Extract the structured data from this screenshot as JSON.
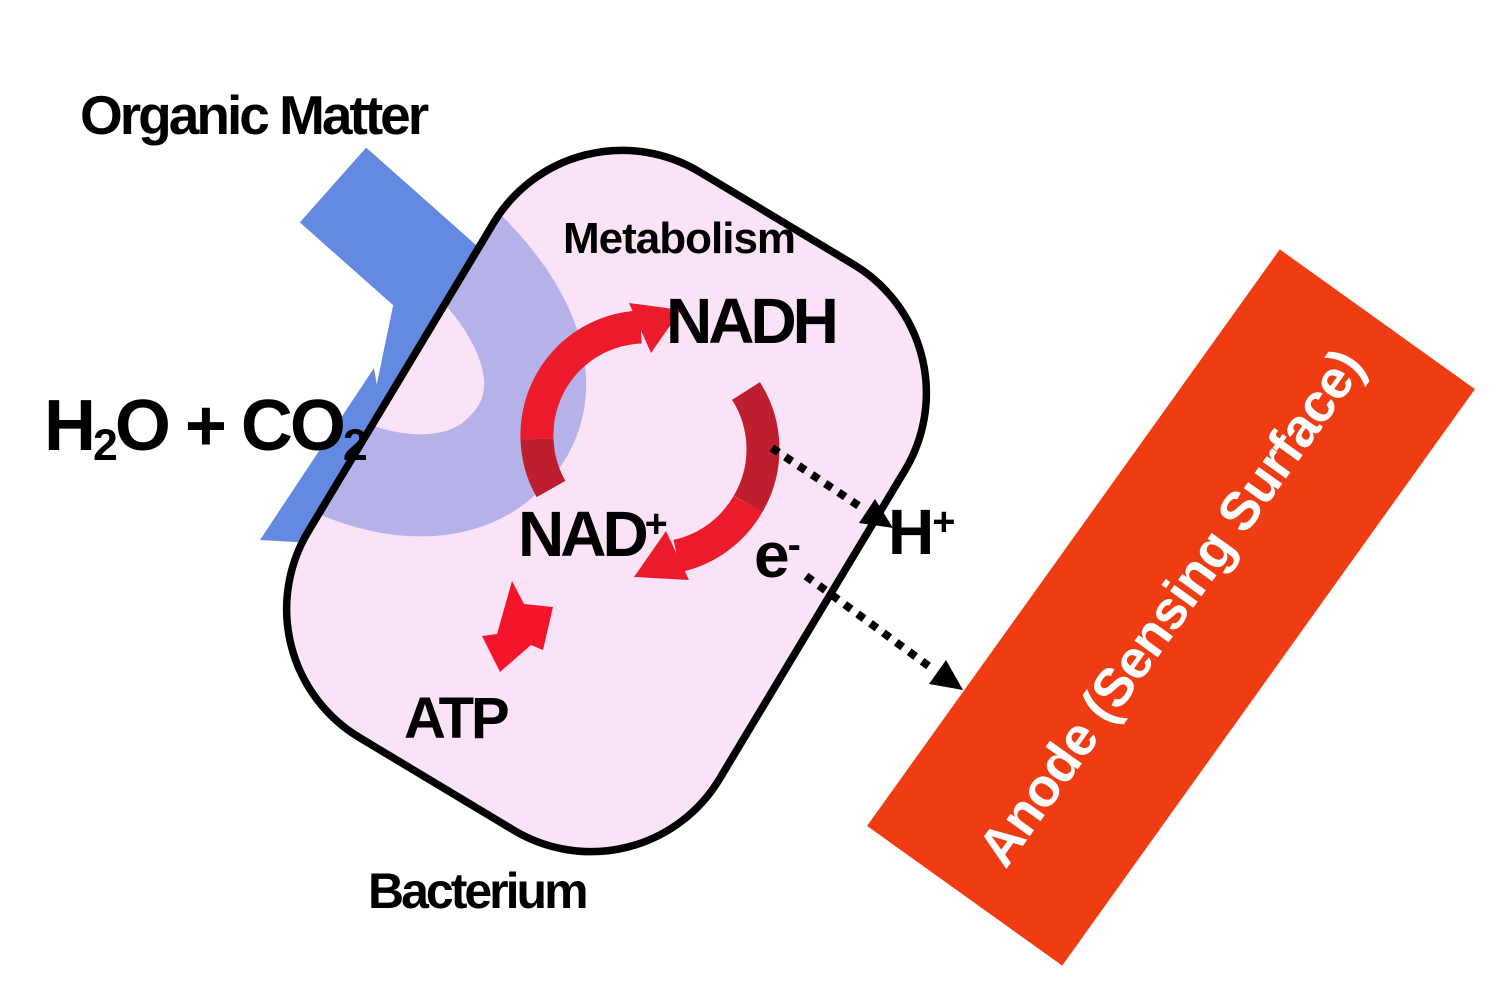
{
  "labels": {
    "organic_matter": "Organic Matter",
    "h2o_part1": "H",
    "h2o_sub1": "2",
    "h2o_part2": "O + CO",
    "h2o_sub2": "2",
    "metabolism": "Metabolism",
    "nadh": "NADH",
    "nad_base": "NAD",
    "nad_sup": "+",
    "electron_base": "e",
    "electron_sup": "-",
    "proton_base": "H",
    "proton_sup": "+",
    "atp": "ATP",
    "bacterium": "Bacterium",
    "anode": "Anode (Sensing Surface)"
  },
  "colors": {
    "background": "#FFFFFF",
    "cell_fill": "#FAE3F6",
    "membrane": "#000000",
    "organic_arrow_blue": "#6389E0",
    "inside_arrow_lavender": "#B5B1E9",
    "cycle_red_bright": "#EC1B2B",
    "cycle_red_dark": "#BE1E2D",
    "atp_arrow_red": "#F4142B",
    "anode_fill": "#EF3C12",
    "anode_text": "#FFFFFF",
    "dotted_arrow": "#000000",
    "label_text": "#000000"
  },
  "icons": {
    "organic-matter-inflow-arrow": "thick bent blue band arrow entering cell",
    "co2-outflow-arrowhead": "blue arrowhead pointing down-left out of cell",
    "cycle-arrow-nad-to-nadh": "curved red arrow, left half of cycle, head at top",
    "cycle-arrow-nadh-to-nad": "curved red arrow, right half of cycle, head at bottom",
    "atp-production-arrow": "short red ribbon arrow pointing down to ATP",
    "proton-flow-dotted-arrow": "black dotted arrow from cycle to H+",
    "electron-flow-dotted-arrow": "black dotted arrow from e- to anode"
  }
}
